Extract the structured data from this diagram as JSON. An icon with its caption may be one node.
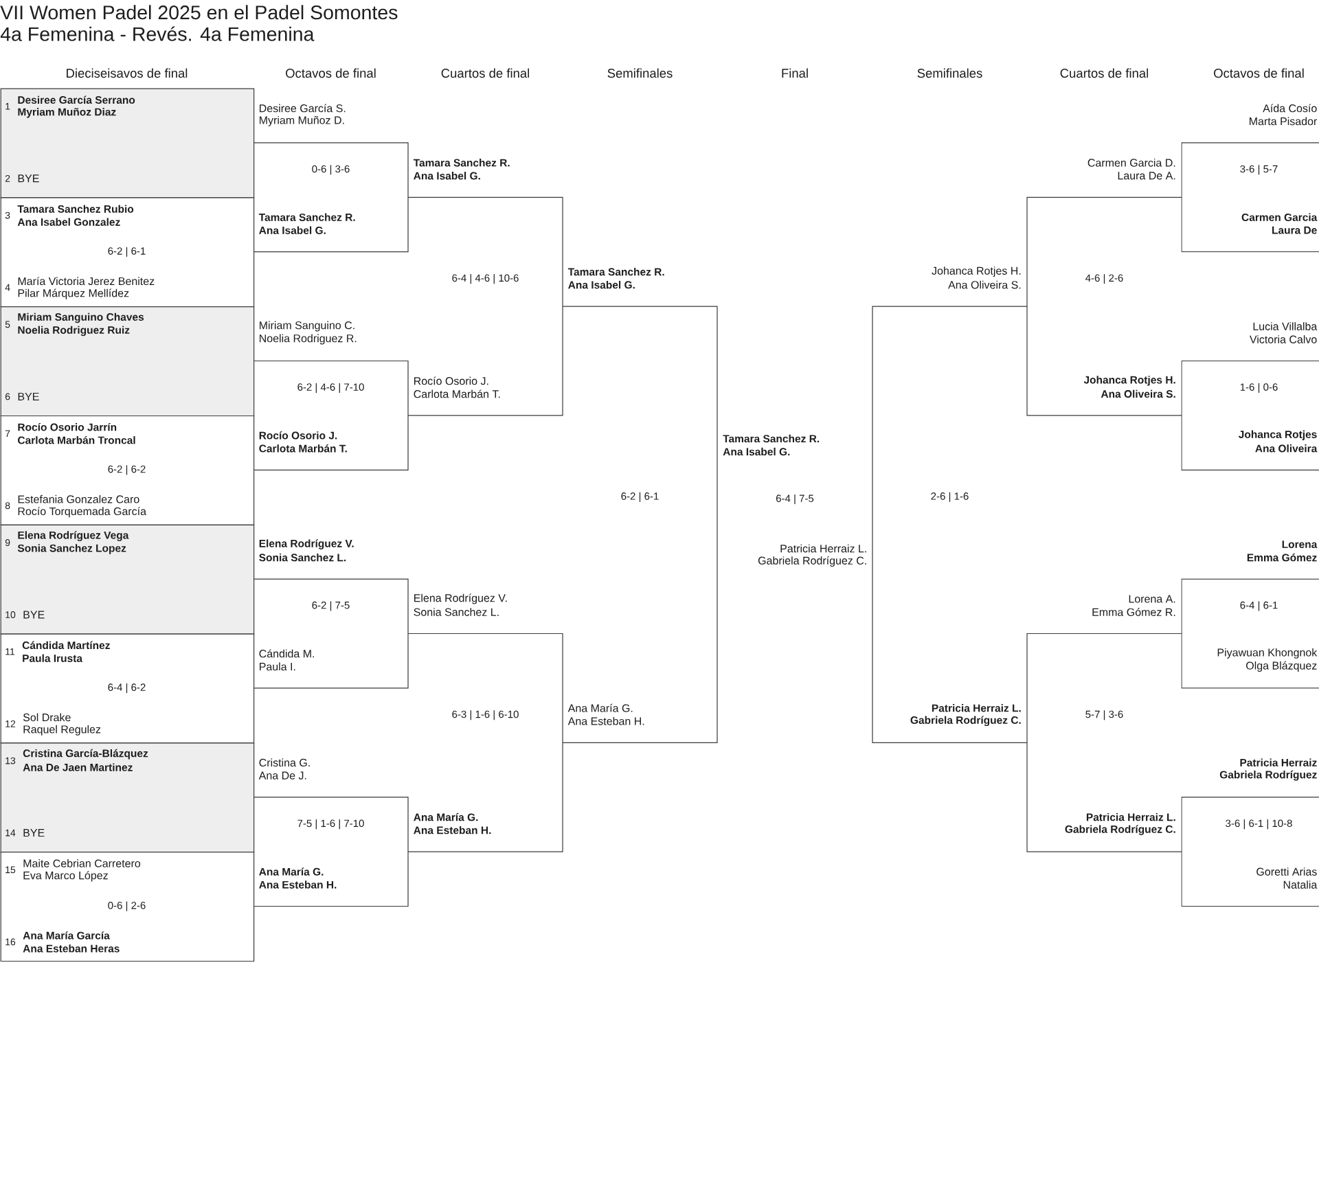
{
  "diagram": {
    "title": "VII Women Padel 2025 en el Padel Somontes",
    "nodes": [
      {
        "text": [
          "1",
          "Desiree García Serrano",
          "Myriam Muñoz Diaz",
          "2",
          "BYE"
        ]
      },
      {
        "text": [
          "3",
          "Tamara Sanchez Rubio",
          "Ana Isabel Gonzalez",
          "6-2 | 6-1",
          "4",
          "María Victoria Jerez Benitez",
          "Pilar Márquez Mellídez"
        ]
      },
      {
        "text": [
          "5",
          "Miriam Sanguino Chaves",
          "Noelia Rodriguez Ruiz",
          "6",
          "BYE"
        ]
      },
      {
        "text": [
          "7",
          "Rocío Osorio Jarrín",
          "Carlota Marbán Troncal",
          "6-2 | 6-2",
          "8",
          "Estefania Gonzalez Caro",
          "Rocío Torquemada García"
        ]
      },
      {
        "text": [
          "9",
          "Elena Rodríguez Vega",
          "Sonia Sanchez Lopez",
          "10",
          "BYE"
        ]
      },
      {
        "text": [
          "11",
          "Cándida Martínez",
          "Paula Irusta",
          "6-4 | 6-2",
          "12",
          "Sol Drake",
          "Raquel Regulez"
        ]
      },
      {
        "text": [
          "13",
          "Cristina García-Blázquez",
          "Ana De Jaen Martinez",
          "14",
          "BYE"
        ]
      },
      {
        "text": [
          "15",
          "Maite Cebrian Carretero",
          "Eva Marco López",
          "0-6 | 2-6",
          "16",
          "Ana María García",
          "Ana Esteban Heras"
        ]
      },
      {
        "text": [
          "Desiree García S.",
          "Myriam Muñoz D.",
          "0-6 | 3-6",
          "Tamara Sanchez R.",
          "Ana Isabel G."
        ]
      },
      {
        "text": [
          "Miriam Sanguino C.",
          "Noelia Rodriguez R.",
          "6-2 | 4-6 | 7-10",
          "Rocío Osorio J.",
          "Carlota Marbán T."
        ]
      },
      {
        "text": [
          "Elena Rodríguez V.",
          "Sonia Sanchez L.",
          "6-2 | 7-5",
          "Cándida M.",
          "Paula I."
        ]
      },
      {
        "text": [
          "Cristina G.",
          "Ana De J.",
          "7-5 | 1-6 | 7-10",
          "Ana María G.",
          "Ana Esteban H."
        ]
      },
      {
        "text": [
          "Tamara Sanchez R.",
          "Ana Isabel G.",
          "6-4 | 4-6 | 10-6",
          "Rocío Osorio J.",
          "Carlota Marbán T."
        ]
      },
      {
        "text": [
          "Elena Rodríguez V.",
          "Sonia Sanchez L.",
          "6-3 | 1-6 | 6-10",
          "Ana María G.",
          "Ana Esteban H."
        ]
      },
      {
        "text": [
          "Tamara Sanchez R.",
          "Ana Isabel G.",
          "6-2 | 6-1",
          "Ana María G.",
          "Ana Esteban H."
        ]
      },
      {
        "text": [
          "Johanca Rotjes H.",
          "Ana Oliveira S.",
          "2-6 | 1-6",
          "Patricia Herraiz L.",
          "Gabriela Rodríguez C."
        ]
      },
      {
        "text": [
          "Carmen Garcia D.",
          "Laura De A.",
          "4-6 | 2-6",
          "Johanca Rotjes H.",
          "Ana Oliveira S."
        ]
      },
      {
        "text": [
          "Lorena A.",
          "Emma Gómez R.",
          "5-7 | 3-6",
          "Patricia Herraiz L.",
          "Gabriela Rodríguez C."
        ]
      },
      {
        "text": [
          "Aída Cosío",
          "Marta Pisador",
          "3-6 | 5-7",
          "Carmen Garcia",
          "Laura De"
        ]
      },
      {
        "text": [
          "Lucia Villalba",
          "Victoria Calvo",
          "1-6 | 0-6",
          "Johanca Rotjes",
          "Ana Oliveira"
        ]
      },
      {
        "text": [
          "Lorena",
          "Emma Gómez",
          "6-4 | 6-1",
          "Piyawuan Khongnok",
          "Olga Blázquez"
        ]
      },
      {
        "text": [
          "Patricia Herraiz",
          "Gabriela Rodríguez",
          "3-6 | 6-1 | 10-8",
          "Goretti Arias",
          "Natalia"
        ]
      }
    ],
    "labels": [
      "4a Femenina - Revés. 4a Femenina",
      "Dieciseisavos de final",
      "Octavos de final",
      "Cuartos de final",
      "Semifinales",
      "Final",
      "Semifinales",
      "Cuartos de final",
      "Octavos de final",
      "Tamara Sanchez R.",
      "Ana Isabel G.",
      "6-4 | 7-5",
      "Patricia Herraiz L.",
      "Gabriela Rodríguez C."
    ]
  }
}
